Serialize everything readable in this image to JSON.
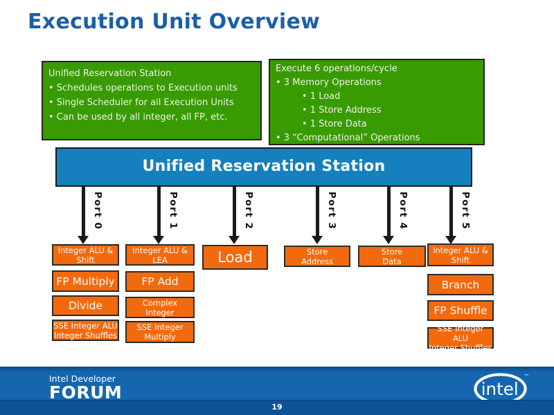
{
  "slide": {
    "title": "Execution Unit Overview",
    "page_number": "19"
  },
  "info_boxes": {
    "left": {
      "title": "Unified Reservation Station",
      "bullets": [
        "• Schedules operations to Execution units",
        "• Single Scheduler for all Execution Units",
        "• Can be used by all integer, all FP, etc."
      ]
    },
    "right": {
      "title": "Execute 6 operations/cycle",
      "lines": [
        "• 3 Memory Operations",
        "• 1 Load",
        "• 1 Store Address",
        "• 1 Store Data",
        "• 3 “Computational” Operations"
      ]
    }
  },
  "banner": {
    "label": "Unified Reservation Station"
  },
  "ports": [
    {
      "label": "Port 0",
      "units": [
        "Integer ALU &\nShift",
        "FP Multiply",
        "Divide",
        "SSE Integer ALU\nInteger Shuffles"
      ]
    },
    {
      "label": "Port 1",
      "units": [
        "Integer ALU &\nLEA",
        "FP Add",
        "Complex\nInteger",
        "SSE Integer\nMultiply"
      ]
    },
    {
      "label": "Port 2",
      "units": [
        "Load"
      ]
    },
    {
      "label": "Port 3",
      "units": [
        "Store\nAddress"
      ]
    },
    {
      "label": "Port 4",
      "units": [
        "Store\nData"
      ]
    },
    {
      "label": "Port 5",
      "units": [
        "Integer ALU &\nShift",
        "Branch",
        "FP Shuffle",
        "SSE Integer ALU\nInteger Shuffles"
      ]
    }
  ],
  "footer": {
    "idf_line1": "Intel Developer",
    "idf_line2": "FORUM",
    "intel_logo": "intel",
    "intel_tm": "™"
  },
  "colors": {
    "title_blue": "#1b5fa9",
    "info_green": "#389b02",
    "banner_blue": "#1580bd",
    "unit_orange": "#f26a0d",
    "footer_blue": "#1566ae"
  }
}
